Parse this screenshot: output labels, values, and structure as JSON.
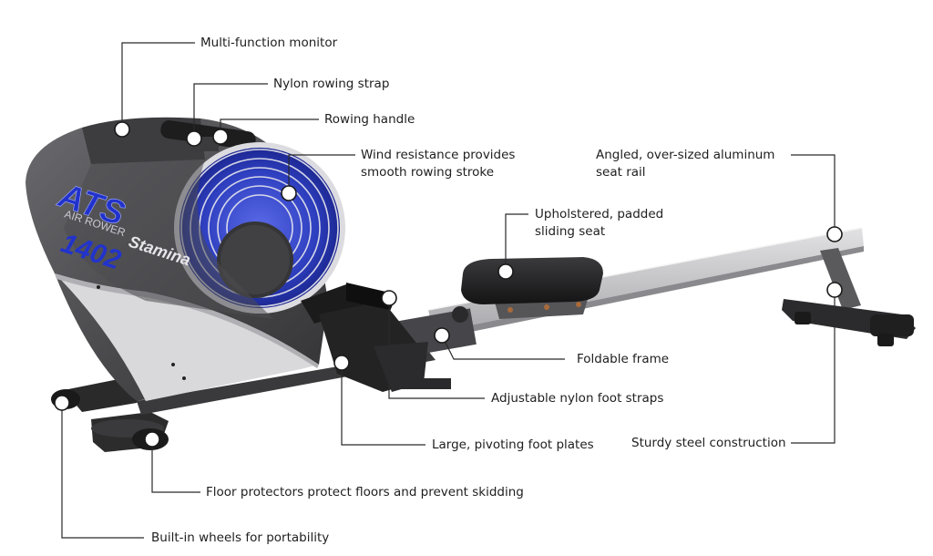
{
  "product": {
    "model_text": "ATS",
    "subtitle": "AIR ROWER",
    "model_number": "1402",
    "brand": "Stamina"
  },
  "callouts": {
    "monitor": "Multi-function monitor",
    "strap": "Nylon rowing strap",
    "handle": "Rowing handle",
    "wind_line1": "Wind resistance provides",
    "wind_line2": "smooth rowing stroke",
    "rail_line1": "Angled, over-sized aluminum",
    "rail_line2": "seat rail",
    "seat_line1": "Upholstered, padded",
    "seat_line2": "sliding seat",
    "frame": "Foldable frame",
    "straps": "Adjustable nylon foot straps",
    "plates": "Large, pivoting foot plates",
    "steel": "Sturdy steel construction",
    "floor": "Floor protectors protect floors and prevent skidding",
    "wheels": "Built-in wheels for portability"
  },
  "colors": {
    "body_dark": "#4a4a4c",
    "body_light": "#d9d9dc",
    "rail": "#c9c9cc",
    "fan_blue": "#3a4fd0",
    "logo_blue": "#2233cc",
    "leader": "#2a2a2a"
  }
}
